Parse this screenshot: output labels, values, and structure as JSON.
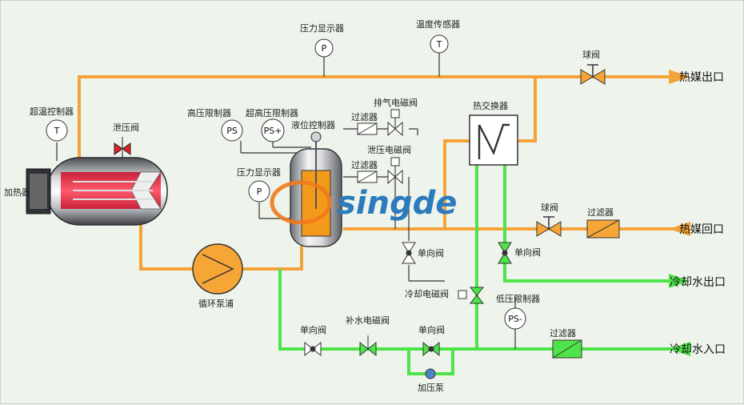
{
  "colors": {
    "oil": "#f4a33a",
    "water": "#4fe34a",
    "heater_core": "#e83a4a",
    "valve_red": "#d22",
    "brand_blue": "#2c7bbd",
    "brand_orange": "#f07a1a"
  },
  "labels": {
    "pressure_display_top": "压力显示器",
    "temperature_sensor": "温度传感器",
    "ball_valve_top": "球阀",
    "oil_outlet": "热媒出口",
    "over_temp_controller": "超温控制器",
    "relief_valve": "泄压阀",
    "heater": "加热器",
    "high_pressure_limiter": "高压限制器",
    "ultra_high_pressure_limiter": "超高压限制器",
    "level_controller": "液位控制器",
    "filter_exhaust": "过滤器",
    "exhaust_solenoid_valve": "排气电磁阀",
    "heat_exchanger": "热交换器",
    "relief_solenoid_valve": "泄压电磁阀",
    "filter_relief": "过滤器",
    "pressure_display_mid": "压力显示器",
    "ball_valve_return": "球阀",
    "filter_return": "过滤器",
    "oil_return": "热媒回口",
    "check_valve_mid": "单向阀",
    "check_valve_right": "单向阀",
    "circulation_pump": "循环泵浦",
    "cooling_solenoid_valve": "冷却电磁阀",
    "cooling_water_outlet": "冷却水出口",
    "low_pressure_limiter": "低压限制器",
    "check_valve_left": "单向阀",
    "makeup_solenoid_valve": "补水电磁阀",
    "check_valve_bottom": "单向阀",
    "filter_water": "过滤器",
    "cooling_water_inlet": "冷却水入口",
    "booster_pump": "加压泵"
  },
  "gauges": {
    "P_top": "P",
    "T_top": "T",
    "T_left": "T",
    "PS": "PS",
    "PS_plus": "PS+",
    "P_mid": "P",
    "PS_minus": "PS-"
  },
  "brand": "singde"
}
